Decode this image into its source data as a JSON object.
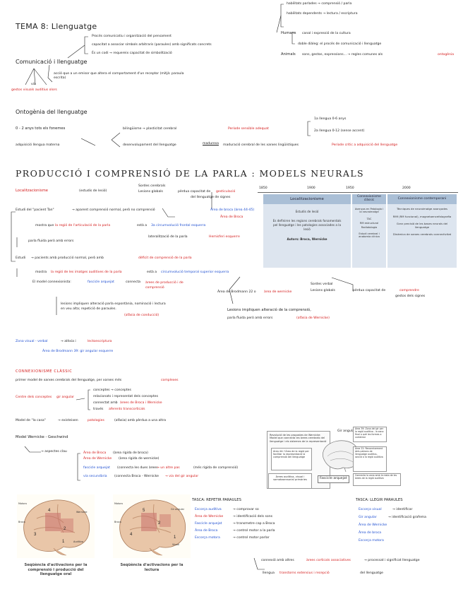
{
  "title": "TEMA 8: Llenguatge",
  "intro": {
    "point1": "Procés comunicatiu i organització del pensament",
    "point2": "capacitat a associar símbols arbitraris (paraules) amb significats concrets",
    "point3": "És un codi → requereix capacitat de simbolització",
    "heading": "Comunicació i llenguatge",
    "note": "acció que a un emisor que altera el comportament d'un receptor (mitjà: paraula escrita)",
    "sub": "via",
    "red_note": "gestos visuals auditius olors",
    "top_right1": "habilitats parlades → comprensió / parla",
    "top_right2": "habilitats dependents → lectura / escriptura",
    "humans_label": "Humans",
    "humans_text": "canal i expressió de la cultura",
    "humans_text2": "doble diàleg: el procés de comunicació i llenguatge",
    "animals_label": "Animals",
    "animals_text": "sons, gestos, expressions... → regles comunes als",
    "animals_red": "ontogènia"
  },
  "ontogeny": {
    "heading": "Ontogènia del llenguatge",
    "age": "0 - 2 anys tots els fonemes",
    "mother": "adquisició llengua materna",
    "bilinguism": "bilingüisme → plasticitat cerebral",
    "critical": "Període sensible adequat",
    "lang1": "1a llengua 0-6 anys",
    "lang2": "2a llengua 0-12 (sense accent)",
    "development": "desenvolupament del llenguatge",
    "maduresa": "maduresa",
    "development_tail": "maduració cerebral de les xarxes lingüístiques",
    "critical2": "Període crític a adquisició del llenguatge"
  },
  "section2": {
    "heading": "PRODUCCIÓ I COMPRENSIÓ DE LA PARLA : MODELS NEURALS",
    "localization": "Localitzacionisme",
    "loc_sub": "(estudis de lesió)",
    "sordesa": "Sordes cerebrals",
    "lesio_gen": "Lesions globals",
    "perdua": "pèrdua capacitat de",
    "perdua_red": "gesticulació",
    "perdua2": "del llenguatge de signes",
    "broca_study": "Estudi del \"pacient Tan\"",
    "broca_study_tail": "→ aparent comprensió normal, però no comprensió",
    "broca_area_red": "Àrea de Broca",
    "broca_area_blue": "Àrea de broca (àrea 44-45)",
    "mostra": "mostra que",
    "mostra_red": "la regió de l'articulació de la parla",
    "mostra_tail": "està a",
    "mostra_blue": "3a circumvolució frontal esquerra",
    "lateral": "lateralització de la parla",
    "lateral_red": "Hemisferi esquerre",
    "paraula": "parla fluida però amb errors",
    "estudi2": "Estudi",
    "estudi2_tail": "→ pacients amb producció normal, però amb",
    "estudi2_red": "dèficit de comprensió de la parla",
    "mostra2": "mostra",
    "mostra2_red": "la regió de les imatges auditives de la parla",
    "mostra2_tail": "està a",
    "mostra2_blue": "circumvolució temporal superior esquerra",
    "model": "El model connexionista:",
    "model_blue": "fascicle arquejat",
    "model_tail": "connecta",
    "model_red": "àrees de producció i de comprensió",
    "lesio": "lesions impliquen alteració parla espontània, nominació i lectura en veu alta; repetició de paraules.",
    "lesio_red": "(afàsia de conducció)",
    "brodmann": "Àrea de Brodmann 22 o",
    "wernicke": "àrea de wernicke",
    "sordesa2": "Sordes verbal",
    "lesions2": "Lesions globals",
    "perdua3": "pèrdua capacitat de",
    "perdua3_red": "comprendre",
    "perdua3_tail": "gestos dels signes",
    "lesio2": "Lesions impliquen alteració de la comprensió,",
    "lesio2b": "parla fluida però amb errors",
    "lesio2_red": "(afàsia de Wernicke)",
    "visual": "Zona visual - verbal",
    "visual_tail": "→ alèxia i",
    "visual_red": "lectoescriptura",
    "visual_blue": "Àrea de Brodmann 39: gir angular esquerre"
  },
  "timeline": {
    "years": [
      "1850",
      "1900",
      "1950",
      "2000"
    ],
    "col1_head": "Localitzacionisme",
    "col1_lines": [
      "Estudis de lesió",
      "Es definiren les regions cerebrals fonamentals pel llenguatge i les patologies associades a la lesió",
      "Autors: Broca, Wernicke"
    ],
    "col2_head": "Connexionisme clàssic",
    "col2_lines": [
      "Avenços en Patologia i la neuroimatge",
      "TAC",
      "RM estructural",
      "Radiotologia",
      "Estudi cerebral i anatomia clínica"
    ],
    "col3_head": "Connexionisme contemporani",
    "col3_lines": [
      "Tècniques de neuroimatge avançades",
      "RMf (RM funcional), magnetoencefalografia",
      "Gran precisió de les bases neurals del llenguatge",
      "Dinàmica de xarxes cerebrals connectivitat"
    ]
  },
  "section3": {
    "heading": "CONNEXIONISME CLÀSSIC",
    "first": "primer model de xarxes cerebrals del llenguatge, per xarxes més",
    "first_red": "complexes",
    "centre": "Centre dels conceptes",
    "centre_red": "gir angular",
    "opt1": "conceptes → conceptes",
    "opt2": "relacionats i representat dels conceptes",
    "opt3": "connectat amb",
    "opt3_red": "àrees de Broca i Wernicke",
    "opt4": "través",
    "opt4_red": "aferents transcorticals",
    "model_casa": "Model de \"la casa\"",
    "model_casa_tail": "→ existeixen",
    "model_casa_red": "patologies",
    "model_casa_tail2": "(afàsia) amb pèrdua a una altra",
    "wg": "Model Wernicke - Geschwind",
    "fascicle": "→ aspectes clau",
    "l1_red": "Àrea de Broca",
    "l1": "(àrea rigida de broca)",
    "l2_red": "Àrea de Wernicke",
    "l2": "(àrea rigida de wernicke)",
    "l3_blue": "fascicle arquejat",
    "l3": "(connecta les dues àrees",
    "l3_red": "→ un altre pas",
    "l3b": "(més rígida de comprensió)",
    "l4_blue": "via secundària",
    "l4": "(connecta Broca - Wernicke",
    "l4_red": "→ via del gir angular"
  },
  "diagram": {
    "box1": "Revolució de les propostes de Wernicke: Model que connecta les àrees cerebrals del llenguatge i els sistemes de la representació",
    "box2": "Àrees auditiva, visual i somatosensorial primàries",
    "box3": "Àrea 44: l'Àrea de la regió per facilitar la representació la comprensió del llenguatge",
    "label_gir": "Gir angular",
    "label_fasc": "Fascicle arquejat",
    "box4": "Àrea 39: Zona del gir per la regió auditiva - la zona final a què les formes a combinar",
    "box5": "Àrea 22: Reconeixement dels patrons de llenguatge auditius, secció a la regió auditiva",
    "box6": "Connecta la zona amb la resta de les àrees de la regió auditiva"
  },
  "brain1": {
    "caption": "Seqüència d'activacions per la comprensió i producció del llenguatge oral",
    "labels": [
      "Motora",
      "Broca",
      "Auditiva",
      "Wernicke"
    ]
  },
  "brain2": {
    "caption": "Seqüència d'activacions per la lectura",
    "labels": [
      "Motora",
      "Broca",
      "Visual",
      "Gir angular"
    ]
  },
  "task1": {
    "heading": "TASCA: REPETIR PARAULES",
    "rows": [
      {
        "a": "Escorça auditiva",
        "b": "→ comprovar so"
      },
      {
        "a": "Àrea de Wernicke",
        "b": "→ identificació dels sons"
      },
      {
        "a": "Fascicle arquejat",
        "b": "→ transmetre cap a Broca"
      },
      {
        "a": "Àrea de Broca",
        "b": "→ control motor a la parla"
      },
      {
        "a": "Escorça motora",
        "b": "→ control motor parlar"
      }
    ]
  },
  "task2": {
    "heading": "TASCA: LLEGIR PARAULES",
    "rows": [
      {
        "a": "Escorça visual",
        "b": "→ identificar"
      },
      {
        "a": "Gir angular",
        "b": "→ identificació grafema"
      },
      {
        "a": "Àrea de Wernicke",
        "b": ""
      },
      {
        "a": "Àrea de broca",
        "b": ""
      },
      {
        "a": "Escorça motora",
        "b": ""
      }
    ]
  },
  "footer": {
    "f1": "connexió amb altres",
    "f1_red": "àrees corticals associatives",
    "f1_tail": "→ processat i significat llenguatge",
    "f2": "llengua",
    "f2_red": "transtorns extensius i recepció",
    "f2_tail": "del llenguatge"
  }
}
